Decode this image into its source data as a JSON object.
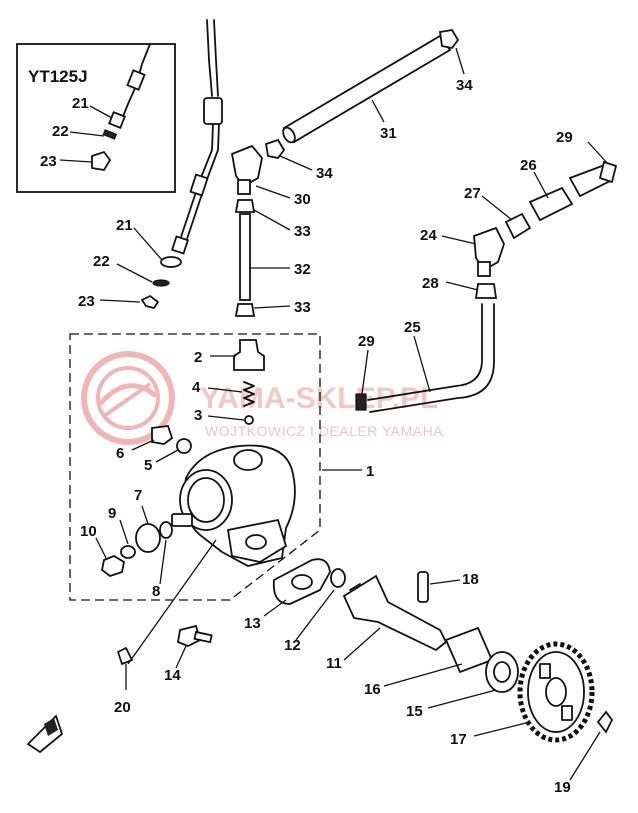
{
  "inset": {
    "model": "YT125J"
  },
  "watermark": {
    "title": "YAMA-SKLEP.PL",
    "subtitle": "WOJTKOWICZ I DEALER YAMAHA",
    "logo_color": "#e8a0a0"
  },
  "callouts": {
    "c1": "1",
    "c2": "2",
    "c3": "3",
    "c4": "4",
    "c5": "5",
    "c6": "6",
    "c7": "7",
    "c8": "8",
    "c9": "9",
    "c10": "10",
    "c11": "11",
    "c12": "12",
    "c13": "13",
    "c14": "14",
    "c15": "15",
    "c16": "16",
    "c17": "17",
    "c18": "18",
    "c19": "19",
    "c20": "20",
    "c21": "21",
    "c22": "22",
    "c23": "23",
    "c24": "24",
    "c25": "25",
    "c26": "26",
    "c27": "27",
    "c28": "28",
    "c29a": "29",
    "c29b": "29",
    "c30": "30",
    "c31": "31",
    "c32": "32",
    "c33a": "33",
    "c33b": "33",
    "c34a": "34",
    "c34b": "34",
    "i21": "21",
    "i22": "22",
    "i23": "23"
  }
}
